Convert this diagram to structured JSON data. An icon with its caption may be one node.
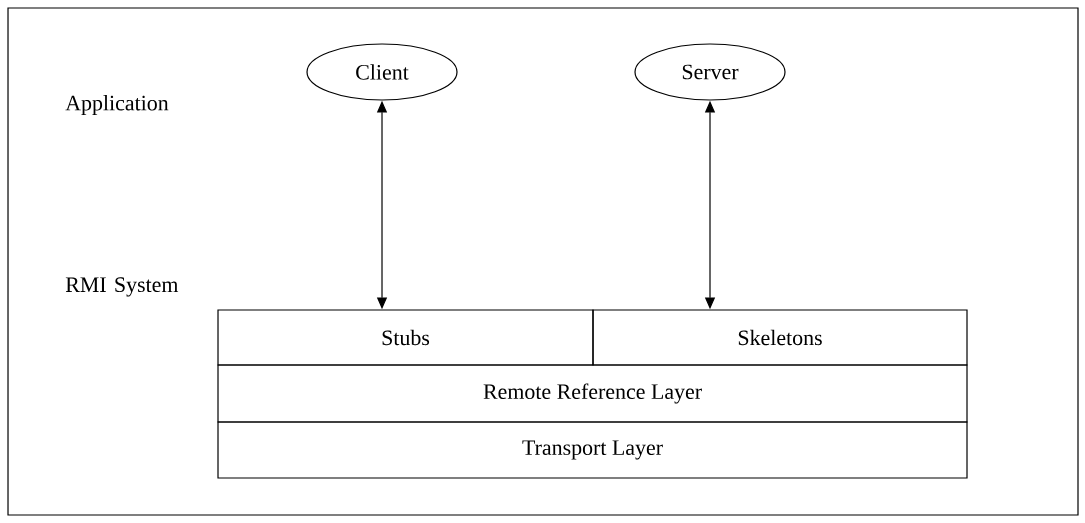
{
  "diagram": {
    "nodes": [
      {
        "text": [
          "Client"
        ]
      },
      {
        "text": [
          "Server"
        ]
      },
      {
        "text": [
          "Stubs"
        ]
      },
      {
        "text": [
          "Skeletons"
        ]
      },
      {
        "text": [
          "Remote Reference Layer"
        ]
      },
      {
        "text": [
          "Transport Layer"
        ]
      }
    ],
    "edges": [
      {
        "from": 0,
        "to": 2,
        "arrow": "both"
      },
      {
        "from": 1,
        "to": 3,
        "arrow": "both"
      }
    ],
    "labels": [
      "Application",
      "RMI System"
    ]
  }
}
